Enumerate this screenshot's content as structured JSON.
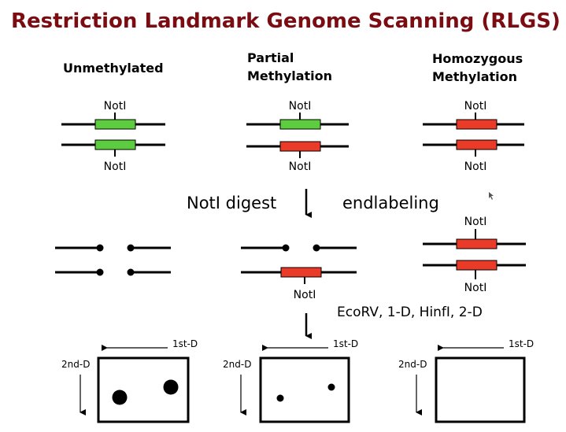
{
  "title": "Restriction Landmark Genome Scanning (RLGS)",
  "colors": {
    "title": "#7a0c12",
    "unmethylated": "#5ccd3f",
    "methylated": "#ea3a28",
    "line": "#000000"
  },
  "columns": {
    "unmethylated": {
      "header": "Unmethylated"
    },
    "partial": {
      "header_line1": "Partial",
      "header_line2": "Methylation"
    },
    "homozygous": {
      "header_line1": "Homozygous",
      "header_line2": "Methylation"
    }
  },
  "site_label": "NotI",
  "step1": {
    "left": "NotI digest",
    "right": "endlabeling"
  },
  "step2": "EcoRV, 1-D, HinfI, 2-D",
  "axes": {
    "first_d": "1st-D",
    "second_d": "2nd-D"
  },
  "gels": {
    "unmethylated_spots": 2,
    "partial_spots": 2,
    "homozygous_spots": 0
  }
}
